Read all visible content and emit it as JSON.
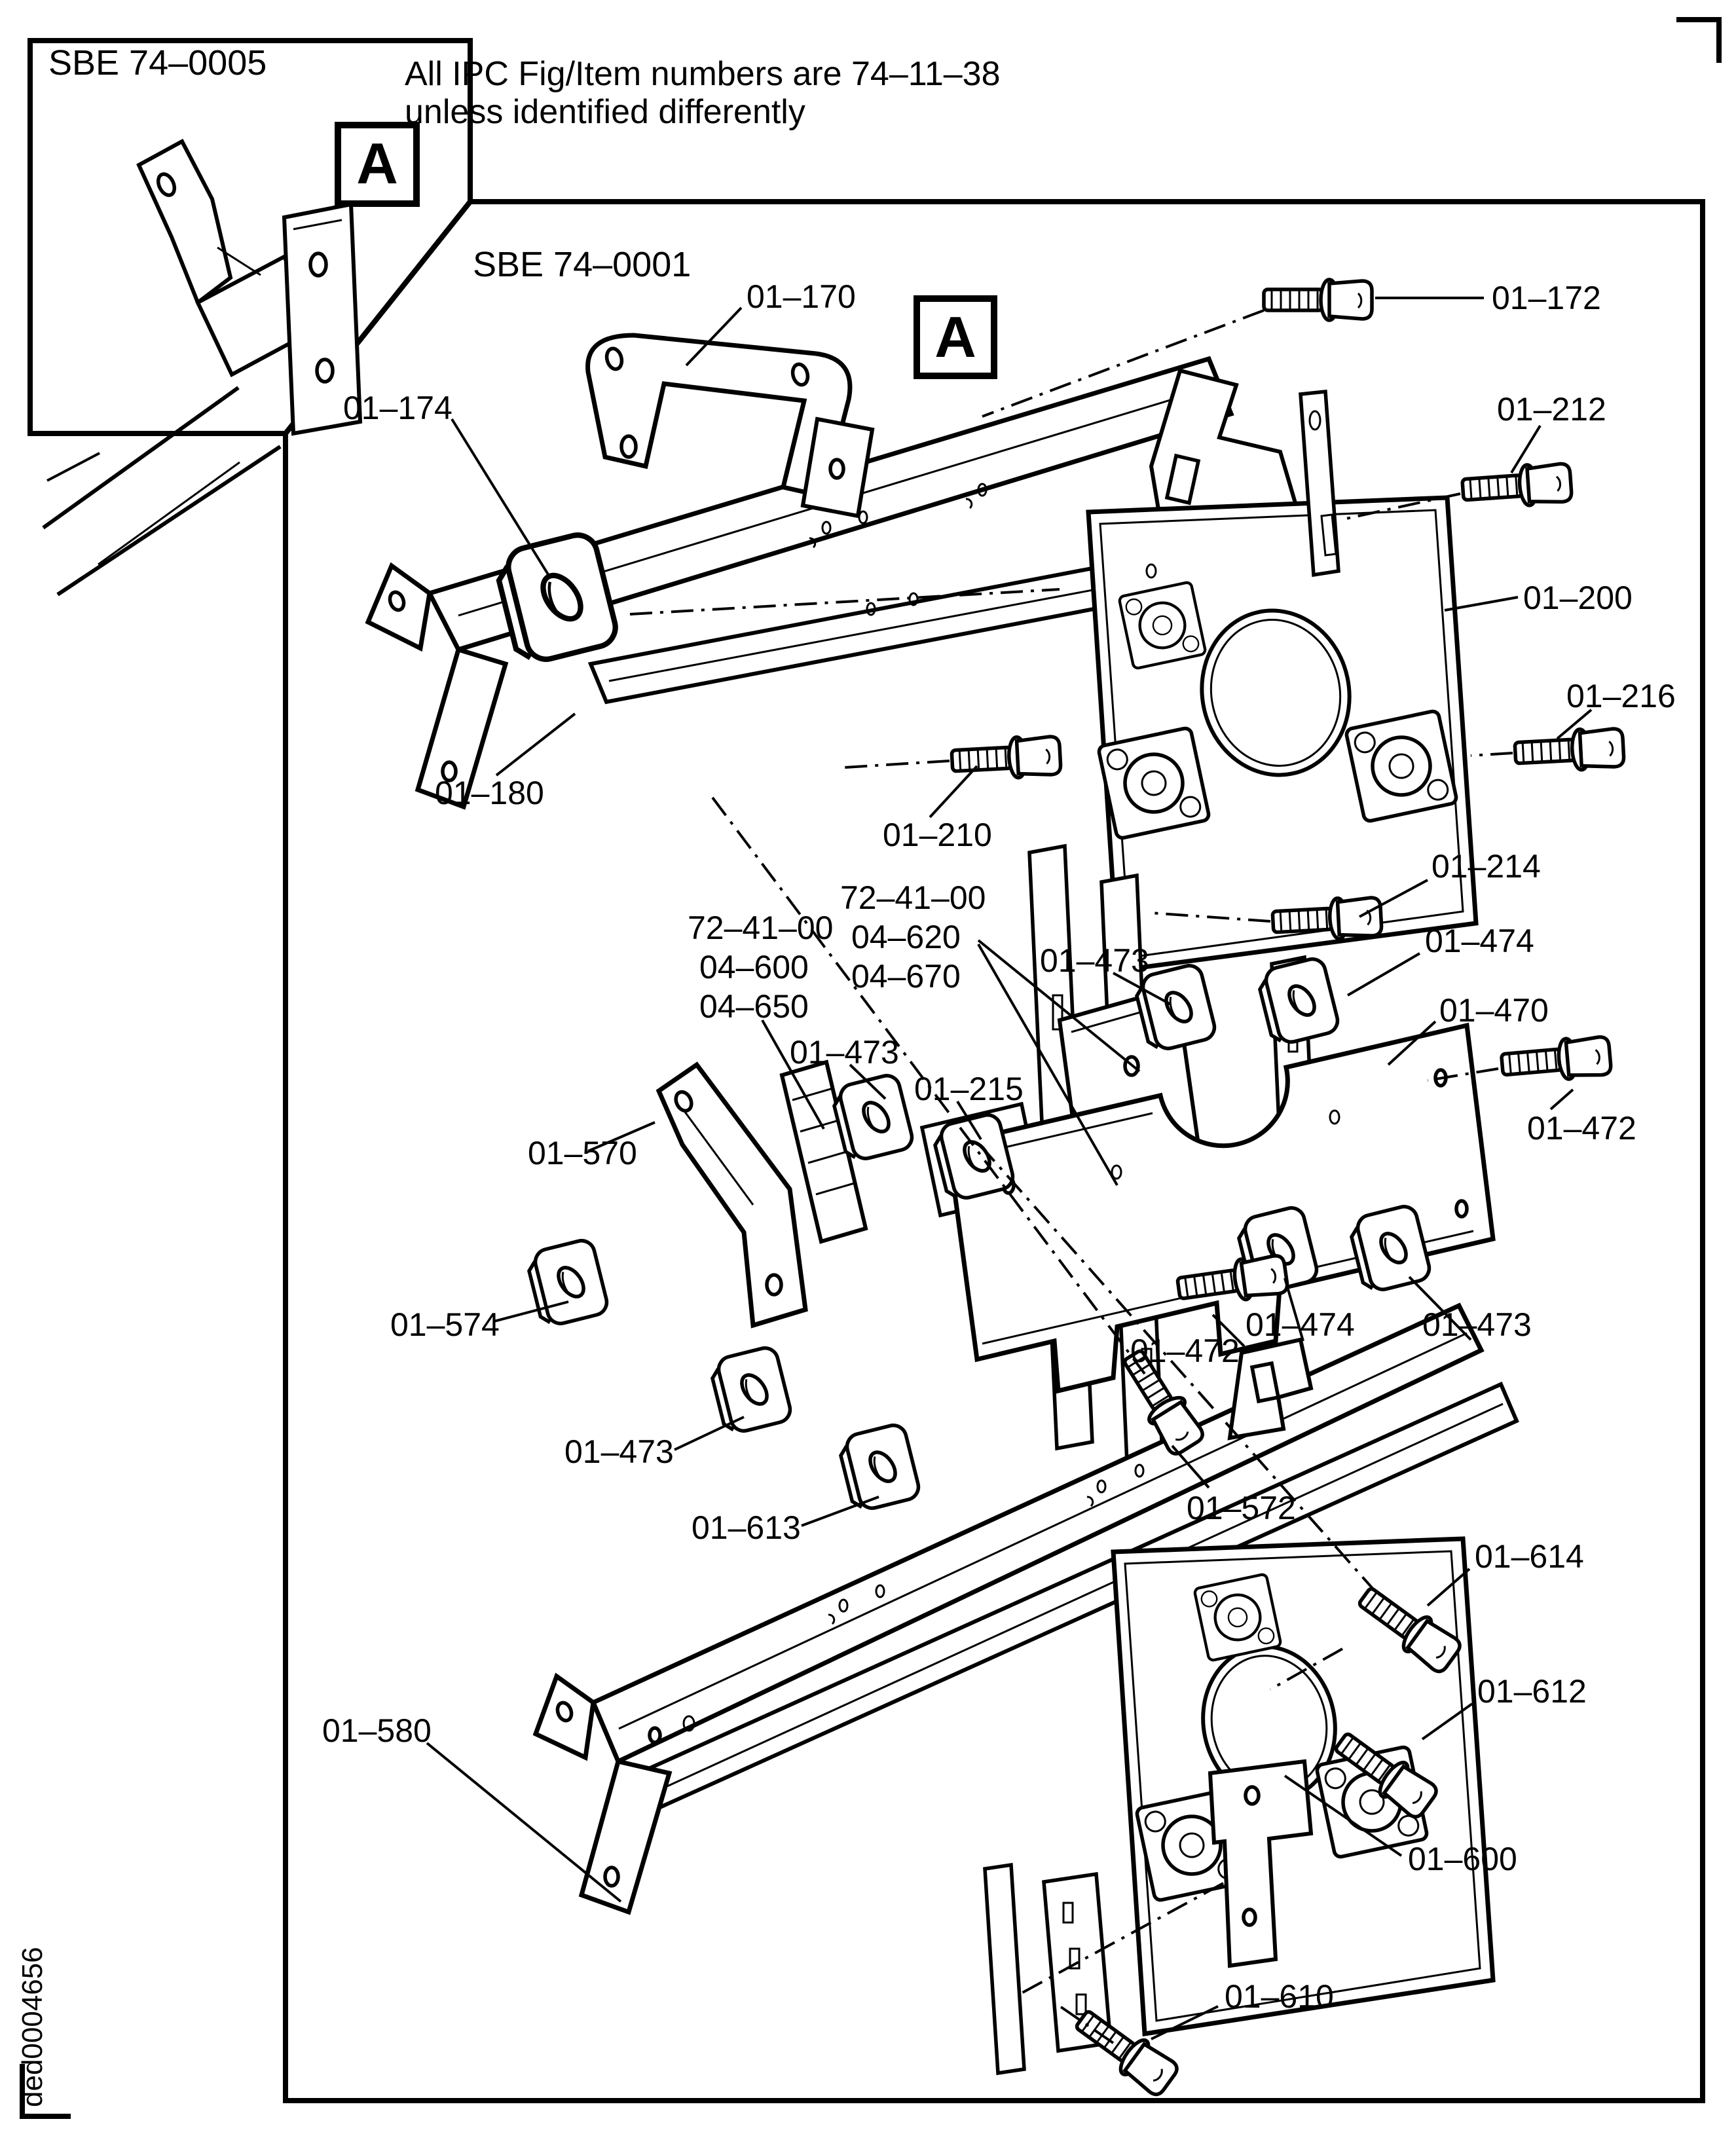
{
  "document": {
    "inset_title": "SBE 74–0005",
    "main_title": "SBE 74–0001",
    "note_line1": "All IPC Fig/Item numbers are 74–11–38",
    "note_line2": "unless identified differently",
    "detail_marker": "A",
    "doc_code": "ded0004656",
    "colors": {
      "ink": "#000000",
      "paper": "#ffffff"
    }
  },
  "part_labels": [
    {
      "name": "part-label-01-170",
      "text": "01–170"
    },
    {
      "name": "part-label-01-172",
      "text": "01–172"
    },
    {
      "name": "part-label-01-174",
      "text": "01–174"
    },
    {
      "name": "part-label-01-212",
      "text": "01–212"
    },
    {
      "name": "part-label-01-200",
      "text": "01–200"
    },
    {
      "name": "part-label-01-216",
      "text": "01–216"
    },
    {
      "name": "part-label-01-180",
      "text": "01–180"
    },
    {
      "name": "part-label-01-210",
      "text": "01–210"
    },
    {
      "name": "part-label-01-214",
      "text": "01–214"
    },
    {
      "name": "part-label-72-41-00-a",
      "text": "72–41–00"
    },
    {
      "name": "part-label-04-620",
      "text": "04–620"
    },
    {
      "name": "part-label-04-670",
      "text": "04–670"
    },
    {
      "name": "part-label-72-41-00-b",
      "text": "72–41–00"
    },
    {
      "name": "part-label-04-600",
      "text": "04–600"
    },
    {
      "name": "part-label-04-650",
      "text": "04–650"
    },
    {
      "name": "part-label-01-473-a",
      "text": "01–473"
    },
    {
      "name": "part-label-01-474-a",
      "text": "01–474"
    },
    {
      "name": "part-label-01-470",
      "text": "01–470"
    },
    {
      "name": "part-label-01-473-b",
      "text": "01–473"
    },
    {
      "name": "part-label-01-215",
      "text": "01–215"
    },
    {
      "name": "part-label-01-472-a",
      "text": "01–472"
    },
    {
      "name": "part-label-01-570",
      "text": "01–570"
    },
    {
      "name": "part-label-01-574",
      "text": "01–574"
    },
    {
      "name": "part-label-01-472-b",
      "text": "01–472"
    },
    {
      "name": "part-label-01-474-b",
      "text": "01–474"
    },
    {
      "name": "part-label-01-473-c",
      "text": "01–473"
    },
    {
      "name": "part-label-01-473-d",
      "text": "01–473"
    },
    {
      "name": "part-label-01-613",
      "text": "01–613"
    },
    {
      "name": "part-label-01-572",
      "text": "01–572"
    },
    {
      "name": "part-label-01-614",
      "text": "01–614"
    },
    {
      "name": "part-label-01-612",
      "text": "01–612"
    },
    {
      "name": "part-label-01-580",
      "text": "01–580"
    },
    {
      "name": "part-label-01-600",
      "text": "01–600"
    },
    {
      "name": "part-label-01-610",
      "text": "01–610"
    }
  ]
}
